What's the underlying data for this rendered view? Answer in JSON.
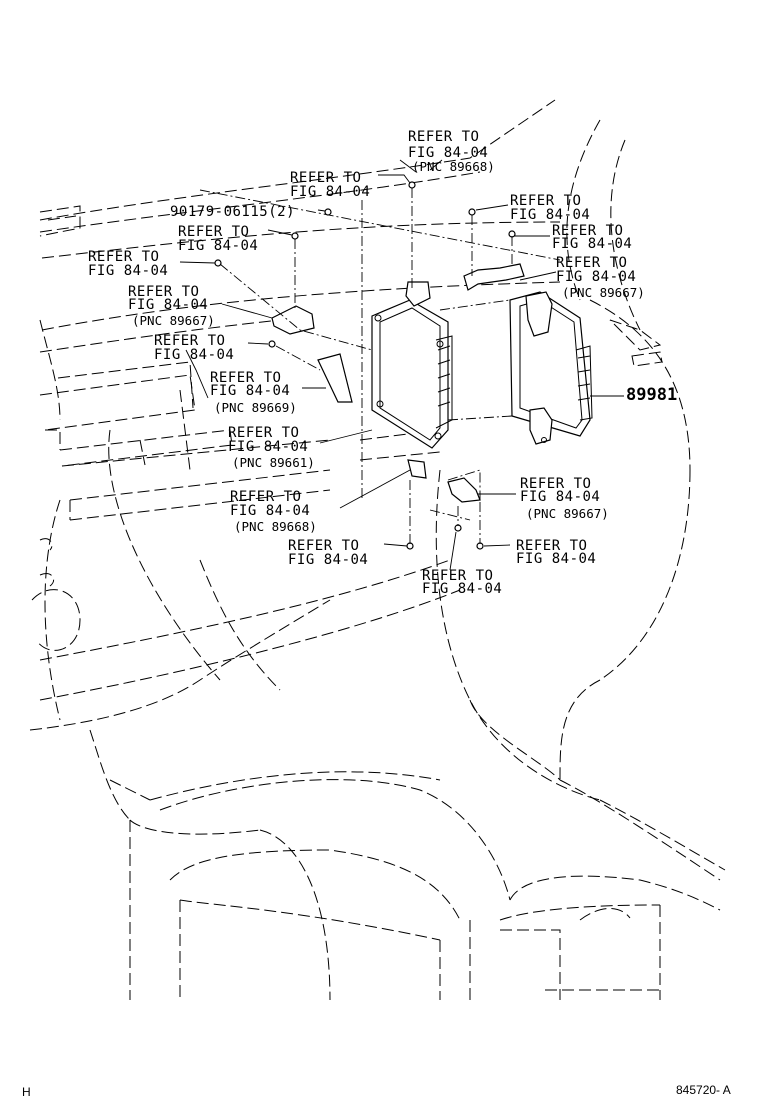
{
  "labels": {
    "refer_top_center": {
      "line1": "REFER TO",
      "line2": "FIG 84-04",
      "line3": "(PNC 89668)"
    },
    "refer_top_left": {
      "line1": "REFER TO",
      "line2": "FIG 84-04"
    },
    "part_90179": "90179-06115(2)",
    "refer_left_1": {
      "line1": "REFER TO",
      "line2": "FIG 84-04"
    },
    "refer_left_2": {
      "line1": "REFER TO",
      "line2": "FIG 84-04"
    },
    "refer_left_3": {
      "line1": "REFER TO",
      "line2": "FIG 84-04",
      "line3": "(PNC 89667)"
    },
    "refer_left_4": {
      "line1": "REFER TO",
      "line2": "FIG 84-04"
    },
    "refer_left_5": {
      "line1": "REFER TO",
      "line2": "FIG 84-04",
      "line3": "(PNC 89669)"
    },
    "refer_left_6": {
      "line1": "REFER TO",
      "line2": "FIG 84-04",
      "line3": "(PNC 89661)"
    },
    "refer_left_7": {
      "line1": "REFER TO",
      "line2": "FIG 84-04",
      "line3": "(PNC 89668)"
    },
    "refer_bottom_left": {
      "line1": "REFER TO",
      "line2": "FIG 84-04"
    },
    "refer_bottom_center": {
      "line1": "REFER TO",
      "line2": "FIG 84-04"
    },
    "refer_right_1": {
      "line1": "REFER TO",
      "line2": "FIG 84-04"
    },
    "refer_right_2": {
      "line1": "REFER TO",
      "line2": "FIG 84-04"
    },
    "refer_right_3": {
      "line1": "REFER TO",
      "line2": "FIG 84-04",
      "line3": "(PNC 89667)"
    },
    "refer_right_4": {
      "line1": "REFER TO",
      "line2": "FIG 84-04",
      "line3": "(PNC 89667)"
    },
    "refer_right_5": {
      "line1": "REFER TO",
      "line2": "FIG 84-04"
    },
    "part_89981": "89981"
  },
  "footer": {
    "left": "H",
    "right": "845720- A"
  }
}
